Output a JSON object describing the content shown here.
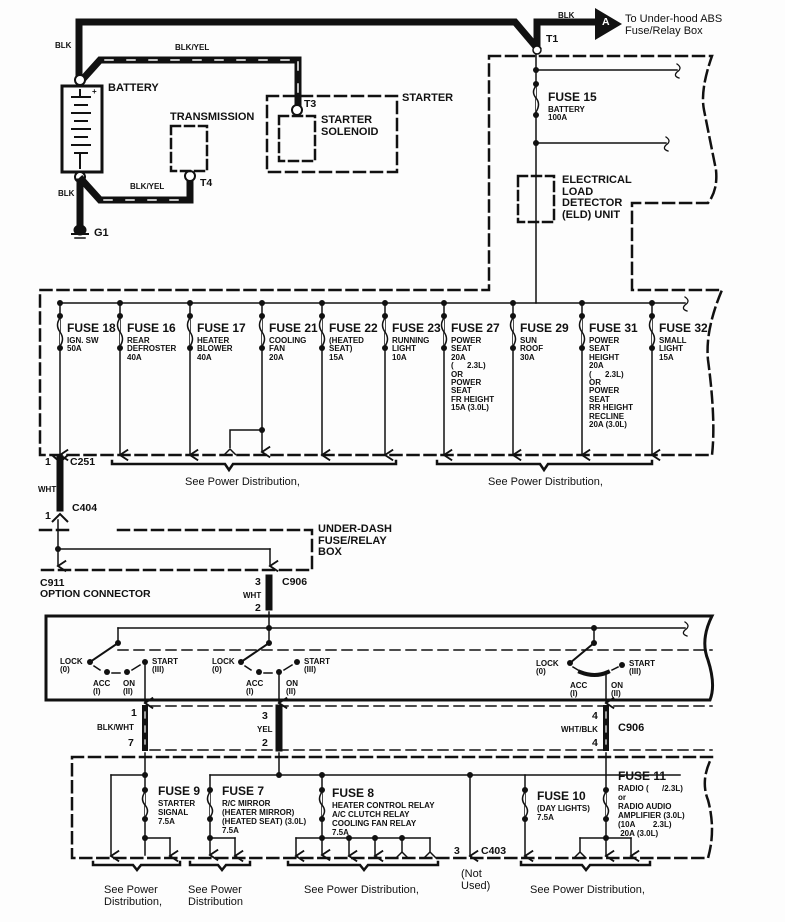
{
  "diagram": {
    "title_components": {
      "battery": "BATTERY",
      "battery_plus": "+",
      "transmission": "TRANSMISSION",
      "starter": "STARTER",
      "starter_solenoid": "STARTER\nSOLENOID",
      "ground": "G1",
      "eld": "ELECTRICAL\nLOAD\nDETECTOR\n(ELD) UNIT",
      "under_hood_dest": "To Under-hood ABS\nFuse/Relay Box",
      "connector_arrow": "A",
      "under_dash_box": "UNDER-DASH\nFUSE/RELAY\nBOX",
      "option_connector": "C911\nOPTION CONNECTOR"
    },
    "terminals": {
      "t1": "T1",
      "t3": "T3",
      "t4": "T4"
    },
    "wires": {
      "blk_top": "BLK",
      "blk_yel_top": "BLK/YEL",
      "blk_bottom": "BLK",
      "blk_yel_bottom": "BLK/YEL",
      "blk_t1": "BLK",
      "wht_c251": "WHT",
      "wht_c906": "WHT",
      "blk_wht": "BLK/WHT",
      "yel": "YEL",
      "wht_blk": "WHT/BLK"
    },
    "connectors": {
      "c251": "C251",
      "c251_pin": "1",
      "c404": "C404",
      "c404_pin": "1",
      "c906_top": "C906",
      "c906_top_pin_a": "3",
      "c906_top_pin_b": "2",
      "c906_mid": "C906",
      "pin_1": "1",
      "pin_7": "7",
      "pin_3": "3",
      "pin_2": "2",
      "pin_4a": "4",
      "pin_4b": "4",
      "c403": "C403",
      "c403_pin": "3",
      "not_used": "(Not\nUsed)"
    },
    "under_hood_fuses": [
      {
        "name": "FUSE 15",
        "desc": "BATTERY\n100A"
      },
      {
        "name": "FUSE 18",
        "desc": "IGN. SW\n50A"
      },
      {
        "name": "FUSE 16",
        "desc": "REAR\nDEFROSTER\n40A"
      },
      {
        "name": "FUSE 17",
        "desc": "HEATER\nBLOWER\n40A"
      },
      {
        "name": "FUSE 21",
        "desc": "COOLING\nFAN\n20A"
      },
      {
        "name": "FUSE 22",
        "desc": "(HEATED\nSEAT)\n15A"
      },
      {
        "name": "FUSE 23",
        "desc": "RUNNING\nLIGHT\n10A"
      },
      {
        "name": "FUSE 27",
        "desc": "POWER\nSEAT\n20A\n(      2.3L)\nOR\nPOWER\nSEAT\nFR HEIGHT\n15A (3.0L)"
      },
      {
        "name": "FUSE 29",
        "desc": "SUN\nROOF\n30A"
      },
      {
        "name": "FUSE 31",
        "desc": "POWER\nSEAT\nHEIGHT\n20A\n(      2.3L)\nOR\nPOWER\nSEAT\nRR HEIGHT\nRECLINE\n20A (3.0L)"
      },
      {
        "name": "FUSE 32",
        "desc": "SMALL\nLIGHT\n15A"
      }
    ],
    "under_dash_fuses": [
      {
        "name": "FUSE 9",
        "desc": "STARTER\nSIGNAL\n7.5A"
      },
      {
        "name": "FUSE 7",
        "desc": "R/C MIRROR\n(HEATER MIRROR)\n(HEATED SEAT) (3.0L)\n7.5A"
      },
      {
        "name": "FUSE 8",
        "desc": "HEATER CONTROL RELAY\nA/C CLUTCH RELAY\nCOOLING FAN RELAY\n7.5A"
      },
      {
        "name": "FUSE 10",
        "desc": "(DAY LIGHTS)\n7.5A"
      },
      {
        "name": "FUSE 11",
        "desc": "RADIO (      /2.3L)\nor\nRADIO AUDIO\nAMPLIFIER (3.0L)\n(10A        2.3L)\n 20A (3.0L)"
      }
    ],
    "ignition_switch": {
      "lock": "LOCK\n(0)",
      "acc": "ACC\n(I)",
      "on": "ON\n(II)",
      "start": "START\n(III)"
    },
    "references": {
      "see_pd_1": "See Power Distribution,",
      "see_pd_2": "See Power Distribution,",
      "see_pd_3": "See Power\nDistribution,",
      "see_pd_4": "See Power\nDistribution",
      "see_pd_5": "See Power Distribution,",
      "see_pd_6": "See Power Distribution,"
    }
  }
}
